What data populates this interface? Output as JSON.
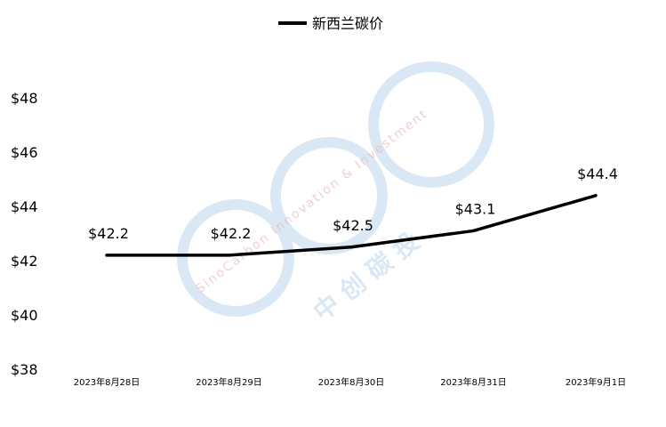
{
  "chart_data": {
    "type": "line",
    "categories": [
      "2023年8月28日",
      "2023年8月29日",
      "2023年8月30日",
      "2023年8月31日",
      "2023年9月1日"
    ],
    "series": [
      {
        "name": "新西兰碳价",
        "values": [
          42.2,
          42.2,
          42.5,
          43.1,
          44.4
        ],
        "color": "#000000"
      }
    ],
    "data_labels": [
      "$42.2",
      "$42.2",
      "$42.5",
      "$43.1",
      "$44.4"
    ],
    "y_ticks": [
      38,
      40,
      42,
      44,
      46,
      48
    ],
    "y_tick_labels": [
      "$38",
      "$40",
      "$42",
      "$44",
      "$46",
      "$48"
    ],
    "ylim": [
      38,
      48
    ],
    "legend_position": "top-center",
    "grid": false,
    "watermark": {
      "brand_text": "中 创 碳 投",
      "arc_text": "SinoCarbon Innovation & Investment",
      "color": "#d6e6f5"
    }
  }
}
